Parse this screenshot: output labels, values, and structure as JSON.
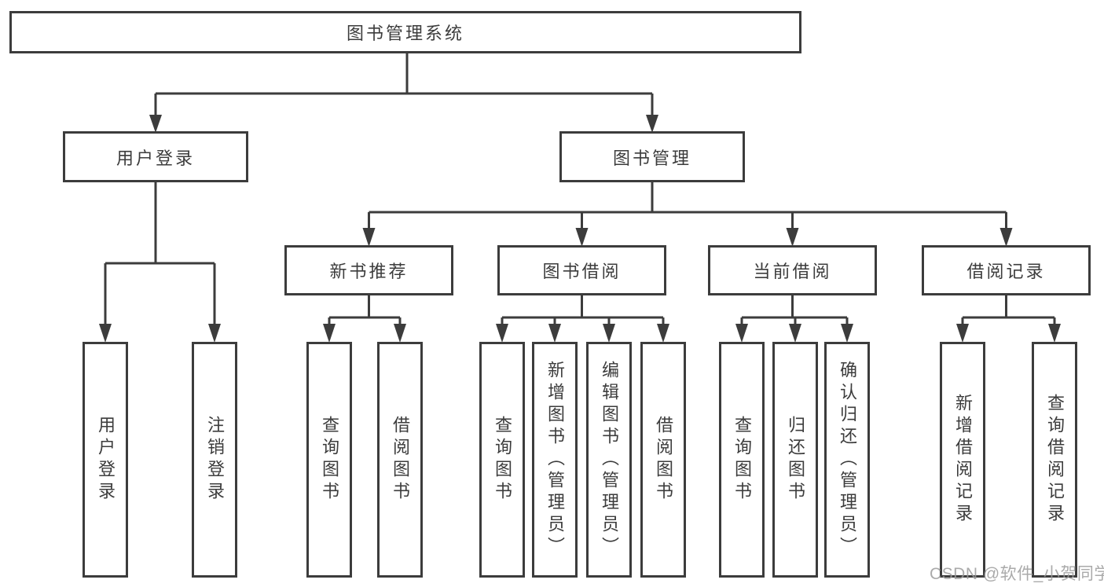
{
  "diagram": {
    "root": "图书管理系统",
    "level2": {
      "login": "用户登录",
      "manage": "图书管理"
    },
    "level3": [
      "新书推荐",
      "图书借阅",
      "当前借阅",
      "借阅记录"
    ],
    "leaves": {
      "login": [
        "用户登录",
        "注销登录"
      ],
      "recommend": [
        "查询图书",
        "借阅图书"
      ],
      "borrow": [
        "查询图书",
        "新增图书（管理员）",
        "编辑图书（管理员）",
        "借阅图书"
      ],
      "current": [
        "查询图书",
        "归还图书",
        "确认归还（管理员）"
      ],
      "records": [
        "新增借阅记录",
        "查询借阅记录"
      ]
    },
    "watermark": "CSDN @软件_小贺同学",
    "colors": {
      "line": "#3c3c3c",
      "text": "#3c3c3c",
      "background": "#ffffff",
      "watermark": "#9c9c9c"
    }
  }
}
